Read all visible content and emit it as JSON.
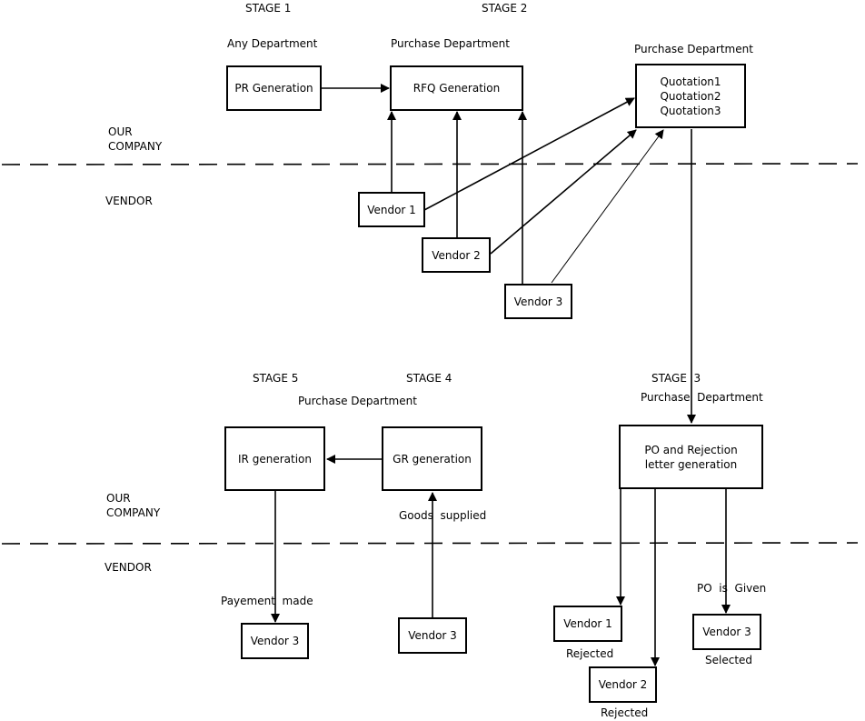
{
  "colors": {
    "ink": "#000000",
    "background": "#ffffff"
  },
  "labels": {
    "stage1": "STAGE 1",
    "stage2": "STAGE 2",
    "stage3": "STAGE  3",
    "stage4": "STAGE 4",
    "stage5": "STAGE 5",
    "any_department": "Any Department",
    "purchase_dept_stage2": "Purchase Department",
    "purchase_dept_quotation": "Purchase Department",
    "purchase_dept_stage3": "Purchase  Department",
    "purchase_dept_stage45": "Purchase Department",
    "our_company_top": [
      "OUR",
      "COMPANY"
    ],
    "vendor_side_top": "VENDOR",
    "our_company_bottom": [
      "OUR",
      "COMPANY"
    ],
    "vendor_side_bottom": "VENDOR",
    "goods_supplied": "Goods  supplied",
    "payment_made": "Payement  made",
    "po_is_given": "PO  is  Given",
    "rejected_v1": "Rejected",
    "rejected_v2": "Rejected",
    "selected_v3": "Selected"
  },
  "nodes": {
    "pr_generation": "PR Generation",
    "rfq_generation": "RFQ Generation",
    "quotations": [
      "Quotation1",
      "Quotation2",
      "Quotation3"
    ],
    "vendor1_top": "Vendor 1",
    "vendor2_top": "Vendor 2",
    "vendor3_top": "Vendor 3",
    "po_rejection": [
      "PO and Rejection",
      "letter generation"
    ],
    "gr_generation": "GR generation",
    "ir_generation": "IR generation",
    "vendor3_goods": "Vendor 3",
    "vendor3_payment": "Vendor 3",
    "vendor1_bottom": "Vendor 1",
    "vendor2_bottom": "Vendor 2",
    "vendor3_selected": "Vendor 3"
  }
}
